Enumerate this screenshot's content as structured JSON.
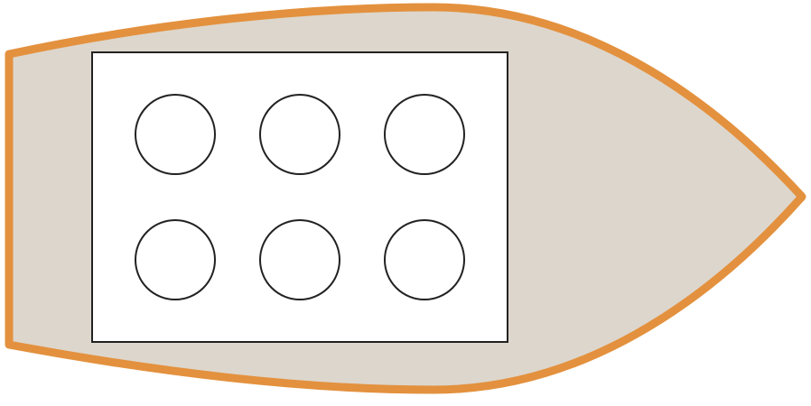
{
  "diagram": {
    "shape": "boat-top-view",
    "hull": {
      "fill": "#ddd6cc",
      "stroke": "#e3913e"
    },
    "deck_panel": {
      "fill": "#ffffff",
      "stroke": "#222222"
    },
    "seats": {
      "rows": 2,
      "columns": 3,
      "shape": "circle",
      "fill": "#ffffff",
      "stroke": "#222222"
    }
  }
}
